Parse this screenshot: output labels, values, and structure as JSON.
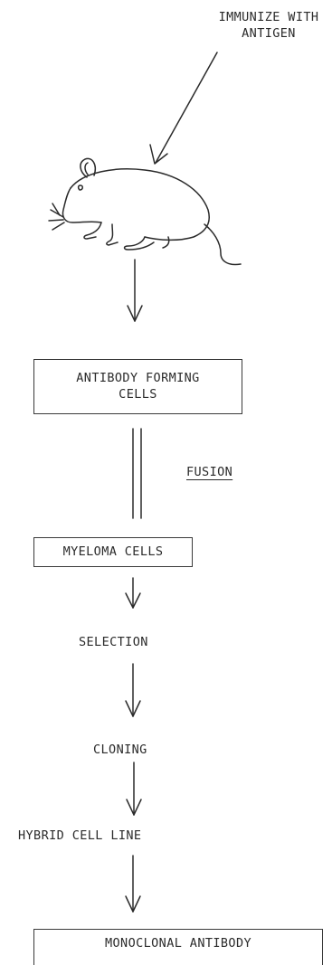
{
  "diagram": {
    "immunize": {
      "line1": "IMMUNIZE WITH",
      "line2": "ANTIGEN"
    },
    "antibody_forming_cells": {
      "line1": "ANTIBODY FORMING",
      "line2": "CELLS"
    },
    "fusion": "FUSION",
    "myeloma_cells": "MYELOMA CELLS",
    "selection": "SELECTION",
    "cloning": "CLONING",
    "hybrid_cell_line": "HYBRID CELL LINE",
    "monoclonal_antibody": "MONOCLONAL ANTIBODY"
  },
  "icons": {
    "mouse": "mouse-icon"
  },
  "colors": {
    "ink": "#2b2b2b",
    "background": "#ffffff"
  }
}
